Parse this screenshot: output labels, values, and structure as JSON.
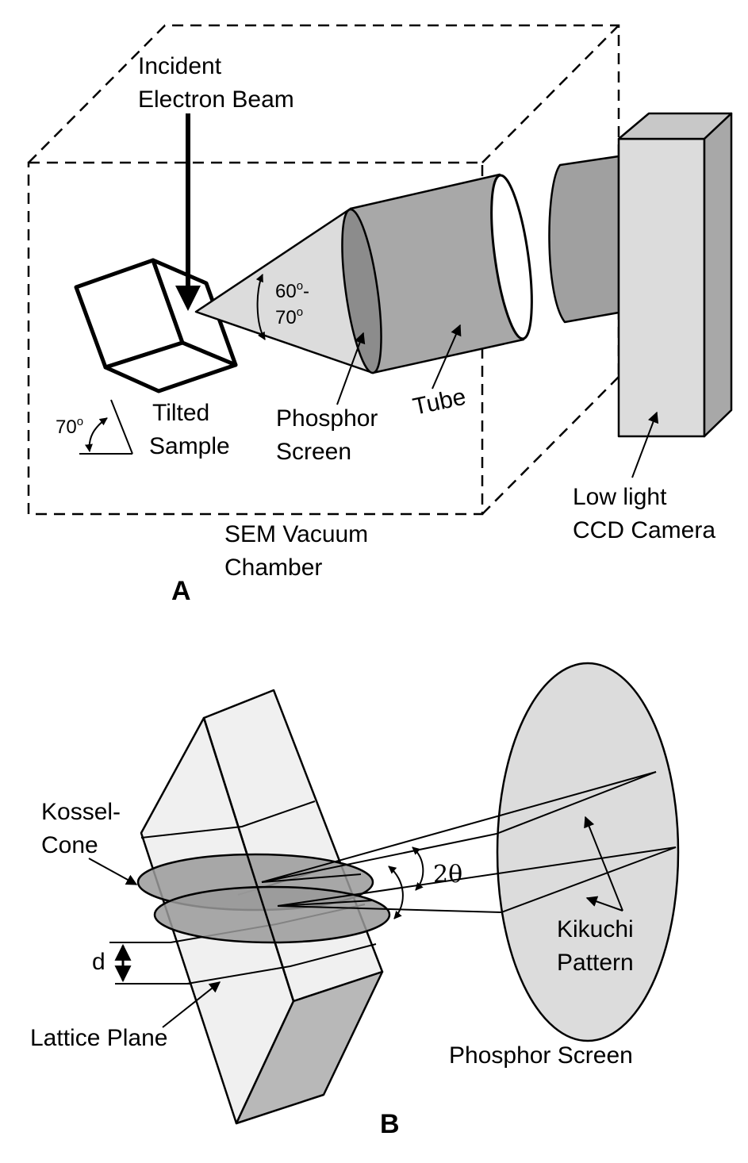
{
  "panel_a": {
    "letter": "A",
    "beam_label": [
      "Incident",
      "Electron Beam"
    ],
    "tilt_angle": "70",
    "degree_mark": "o",
    "sample_label": [
      "Tilted",
      "Sample"
    ],
    "cone_angle_top": "60",
    "cone_angle_dash": "-",
    "cone_angle_bottom": "70",
    "phosphor_label": [
      "Phosphor",
      "Screen"
    ],
    "tube_label": "Tube",
    "chamber_label": [
      "SEM Vacuum",
      "Chamber"
    ],
    "camera_label": [
      "Low light",
      "CCD Camera"
    ]
  },
  "panel_b": {
    "letter": "B",
    "kossel_label": [
      "Kossel-",
      "Cone"
    ],
    "spacing_label": "d",
    "angle_label": "2θ",
    "lattice_label": "Lattice Plane",
    "kikuchi_label": [
      "Kikuchi",
      "Pattern"
    ],
    "screen_label": "Phosphor Screen"
  },
  "colors": {
    "stroke": "#000000",
    "light_gray": "#dcdcdc",
    "mid_gray": "#b4b4b4",
    "dark_gray": "#8c8c8c",
    "very_light": "#f0f0f0",
    "background": "#ffffff"
  }
}
